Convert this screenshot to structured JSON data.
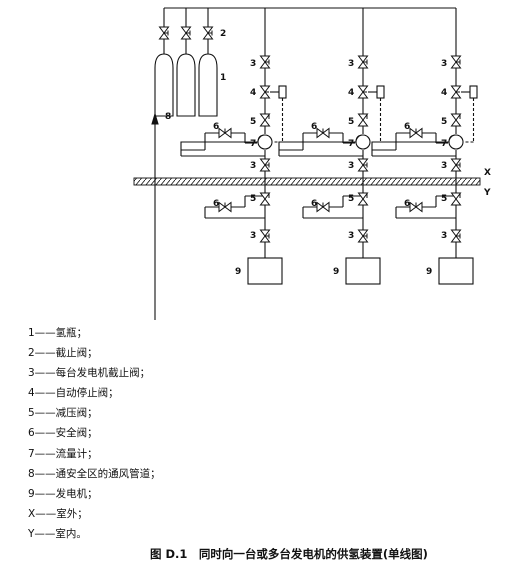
{
  "labels": {
    "cylinder": "1",
    "cylinder_valve": "2",
    "stop_valve": "3",
    "auto_stop_valve": "4",
    "reducing_valve": "5",
    "safety_valve": "6",
    "flow_meter": "7",
    "vent_pipe": "8",
    "generator": "9",
    "outdoor": "X",
    "indoor": "Y"
  },
  "legend": [
    "1——氢瓶；",
    "2——截止阀；",
    "3——每台发电机截止阀；",
    "4——自动停止阀；",
    "5——减压阀；",
    "6——安全阀；",
    "7——流量计；",
    "8——通安全区的通风管道；",
    "9——发电机；",
    "X——室外；",
    "Y——室内。"
  ],
  "caption": "图 D.1　同时向一台或多台发电机的供氢装置(单线图)"
}
